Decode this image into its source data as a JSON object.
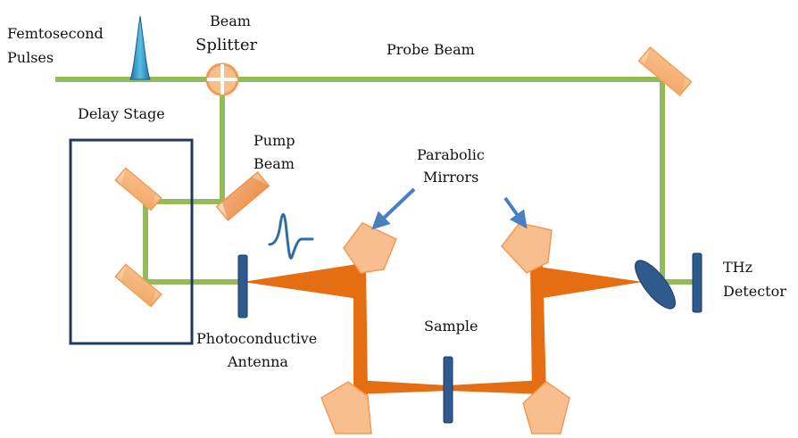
{
  "labels": {
    "femtosecond_line1": "Femtosecond",
    "femtosecond_line2": "Pulses",
    "beam": "Beam",
    "splitter": "Splitter",
    "probe_beam": "Probe Beam",
    "delay_stage": "Delay Stage",
    "pump": "Pump",
    "pump_beam": "Beam",
    "parabolic": "Parabolic",
    "mirrors": "Mirrors",
    "thz": "THz",
    "detector": "Detector",
    "photoconductive": "Photoconductive",
    "antenna": "Antenna",
    "sample": "Sample"
  },
  "colors": {
    "optical_beam": "#93bb5a",
    "thz_beam": "#e56d12",
    "mirror_fill": "#f9be8d",
    "mirror_edge": "#f29a55",
    "component_blue": "#2e5a8e",
    "arrow_blue": "#4a7fbf",
    "delay_stage_frame": "#1f3864",
    "pulse_fill": "#2f8fbf"
  }
}
